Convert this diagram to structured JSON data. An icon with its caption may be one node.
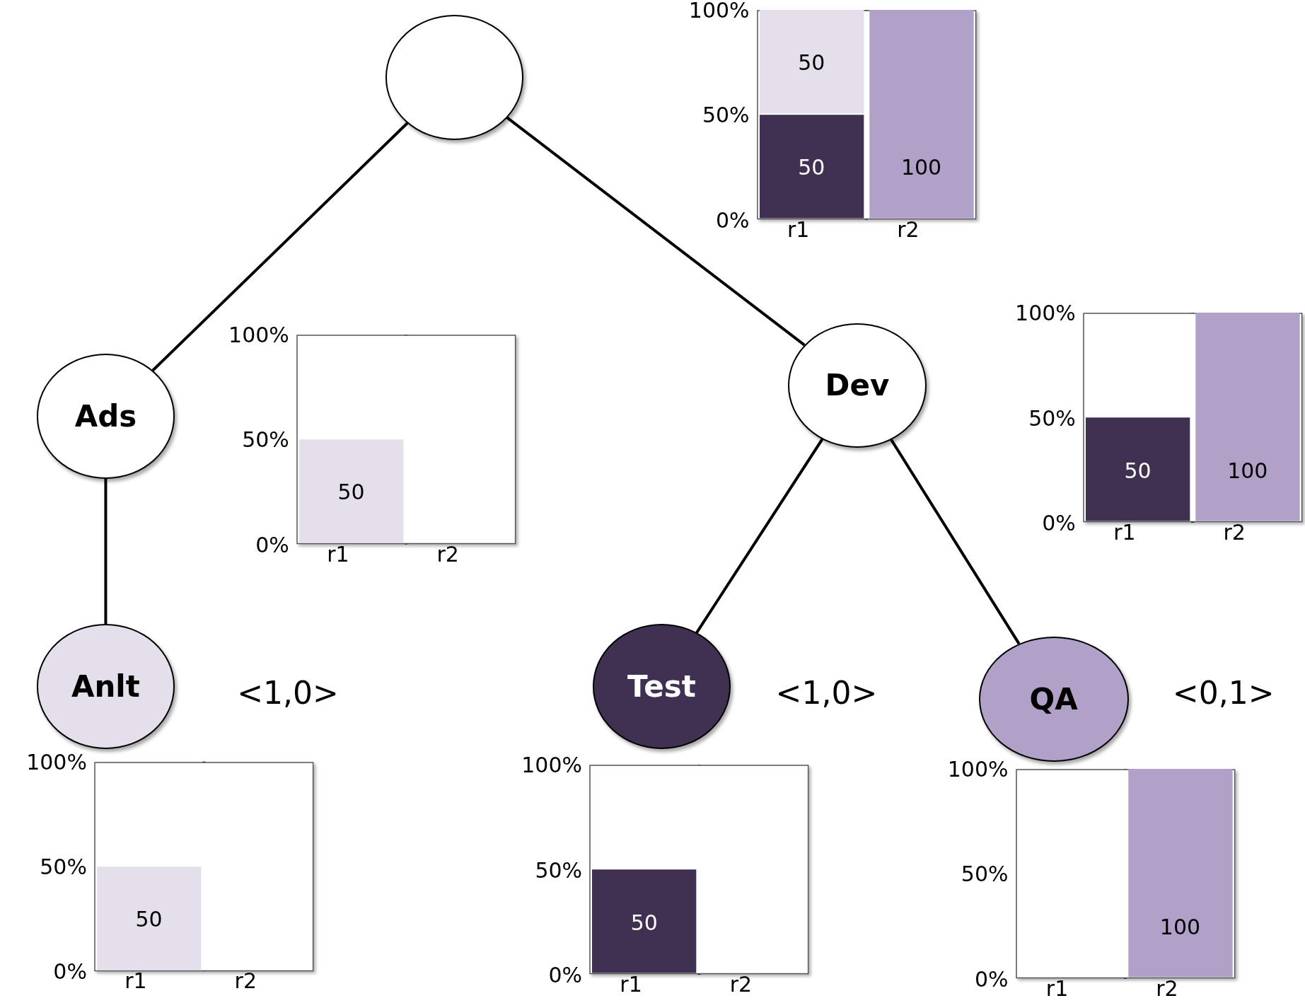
{
  "diagram": {
    "nodes": [
      {
        "text": [],
        "shape": "circle"
      },
      {
        "text": [
          "Ads"
        ]
      },
      {
        "text": [
          "Dev"
        ]
      },
      {
        "text": [
          "Anlt"
        ],
        "beside": [
          "<1,0>"
        ]
      },
      {
        "text": [
          "Test"
        ],
        "beside": [
          "<1,0>"
        ]
      },
      {
        "text": [
          "QA"
        ],
        "beside": [
          "<0,1>"
        ]
      }
    ],
    "edges": [
      {
        "from": 0,
        "to": 1,
        "arrow": "none"
      },
      {
        "from": 0,
        "to": 2,
        "arrow": "none"
      },
      {
        "from": 1,
        "to": 3,
        "arrow": "none"
      },
      {
        "from": 2,
        "to": 4,
        "arrow": "none"
      },
      {
        "from": 2,
        "to": 5,
        "arrow": "none"
      }
    ],
    "chart_data": [
      {
        "type": "bar",
        "stacked": true,
        "categories": [
          "r1",
          "r2"
        ],
        "ylim": [
          0,
          100
        ],
        "yticks": [
          {
            "value": 0,
            "label": "0%"
          },
          {
            "value": 50,
            "label": "50%"
          },
          {
            "value": 100,
            "label": "100%"
          }
        ],
        "data_labels": true,
        "series": [
          {
            "color": "#403152",
            "values": [
              50,
              null
            ]
          },
          {
            "color": "#e5dfeb",
            "values": [
              50,
              null
            ]
          },
          {
            "color": "#b1a0c7",
            "values": [
              null,
              100
            ]
          }
        ]
      },
      {
        "type": "bar",
        "stacked": true,
        "categories": [
          "r1",
          "r2"
        ],
        "ylim": [
          0,
          100
        ],
        "yticks": [
          {
            "value": 0,
            "label": "0%"
          },
          {
            "value": 50,
            "label": "50%"
          },
          {
            "value": 100,
            "label": "100%"
          }
        ],
        "data_labels": true,
        "series": [
          {
            "color": "#e5dfeb",
            "values": [
              50,
              null
            ]
          }
        ]
      },
      {
        "type": "bar",
        "stacked": true,
        "categories": [
          "r1",
          "r2"
        ],
        "ylim": [
          0,
          100
        ],
        "yticks": [
          {
            "value": 0,
            "label": "0%"
          },
          {
            "value": 50,
            "label": "50%"
          },
          {
            "value": 100,
            "label": "100%"
          }
        ],
        "data_labels": true,
        "series": [
          {
            "color": "#403152",
            "values": [
              50,
              null
            ]
          },
          {
            "color": "#b1a0c7",
            "values": [
              null,
              100
            ]
          }
        ]
      },
      {
        "type": "bar",
        "stacked": true,
        "categories": [
          "r1",
          "r2"
        ],
        "ylim": [
          0,
          100
        ],
        "yticks": [
          {
            "value": 0,
            "label": "0%"
          },
          {
            "value": 50,
            "label": "50%"
          },
          {
            "value": 100,
            "label": "100%"
          }
        ],
        "data_labels": true,
        "series": [
          {
            "color": "#e5dfeb",
            "values": [
              50,
              null
            ]
          }
        ]
      },
      {
        "type": "bar",
        "stacked": true,
        "categories": [
          "r1",
          "r2"
        ],
        "ylim": [
          0,
          100
        ],
        "yticks": [
          {
            "value": 0,
            "label": "0%"
          },
          {
            "value": 50,
            "label": "50%"
          },
          {
            "value": 100,
            "label": "100%"
          }
        ],
        "data_labels": true,
        "series": [
          {
            "color": "#403152",
            "values": [
              50,
              null
            ]
          }
        ]
      },
      {
        "type": "bar",
        "stacked": true,
        "categories": [
          "r1",
          "r2"
        ],
        "ylim": [
          0,
          100
        ],
        "yticks": [
          {
            "value": 0,
            "label": "0%"
          },
          {
            "value": 50,
            "label": "50%"
          },
          {
            "value": 100,
            "label": "100%"
          }
        ],
        "data_labels": true,
        "series": [
          {
            "color": "#b1a0c7",
            "values": [
              null,
              100
            ]
          }
        ]
      }
    ]
  }
}
